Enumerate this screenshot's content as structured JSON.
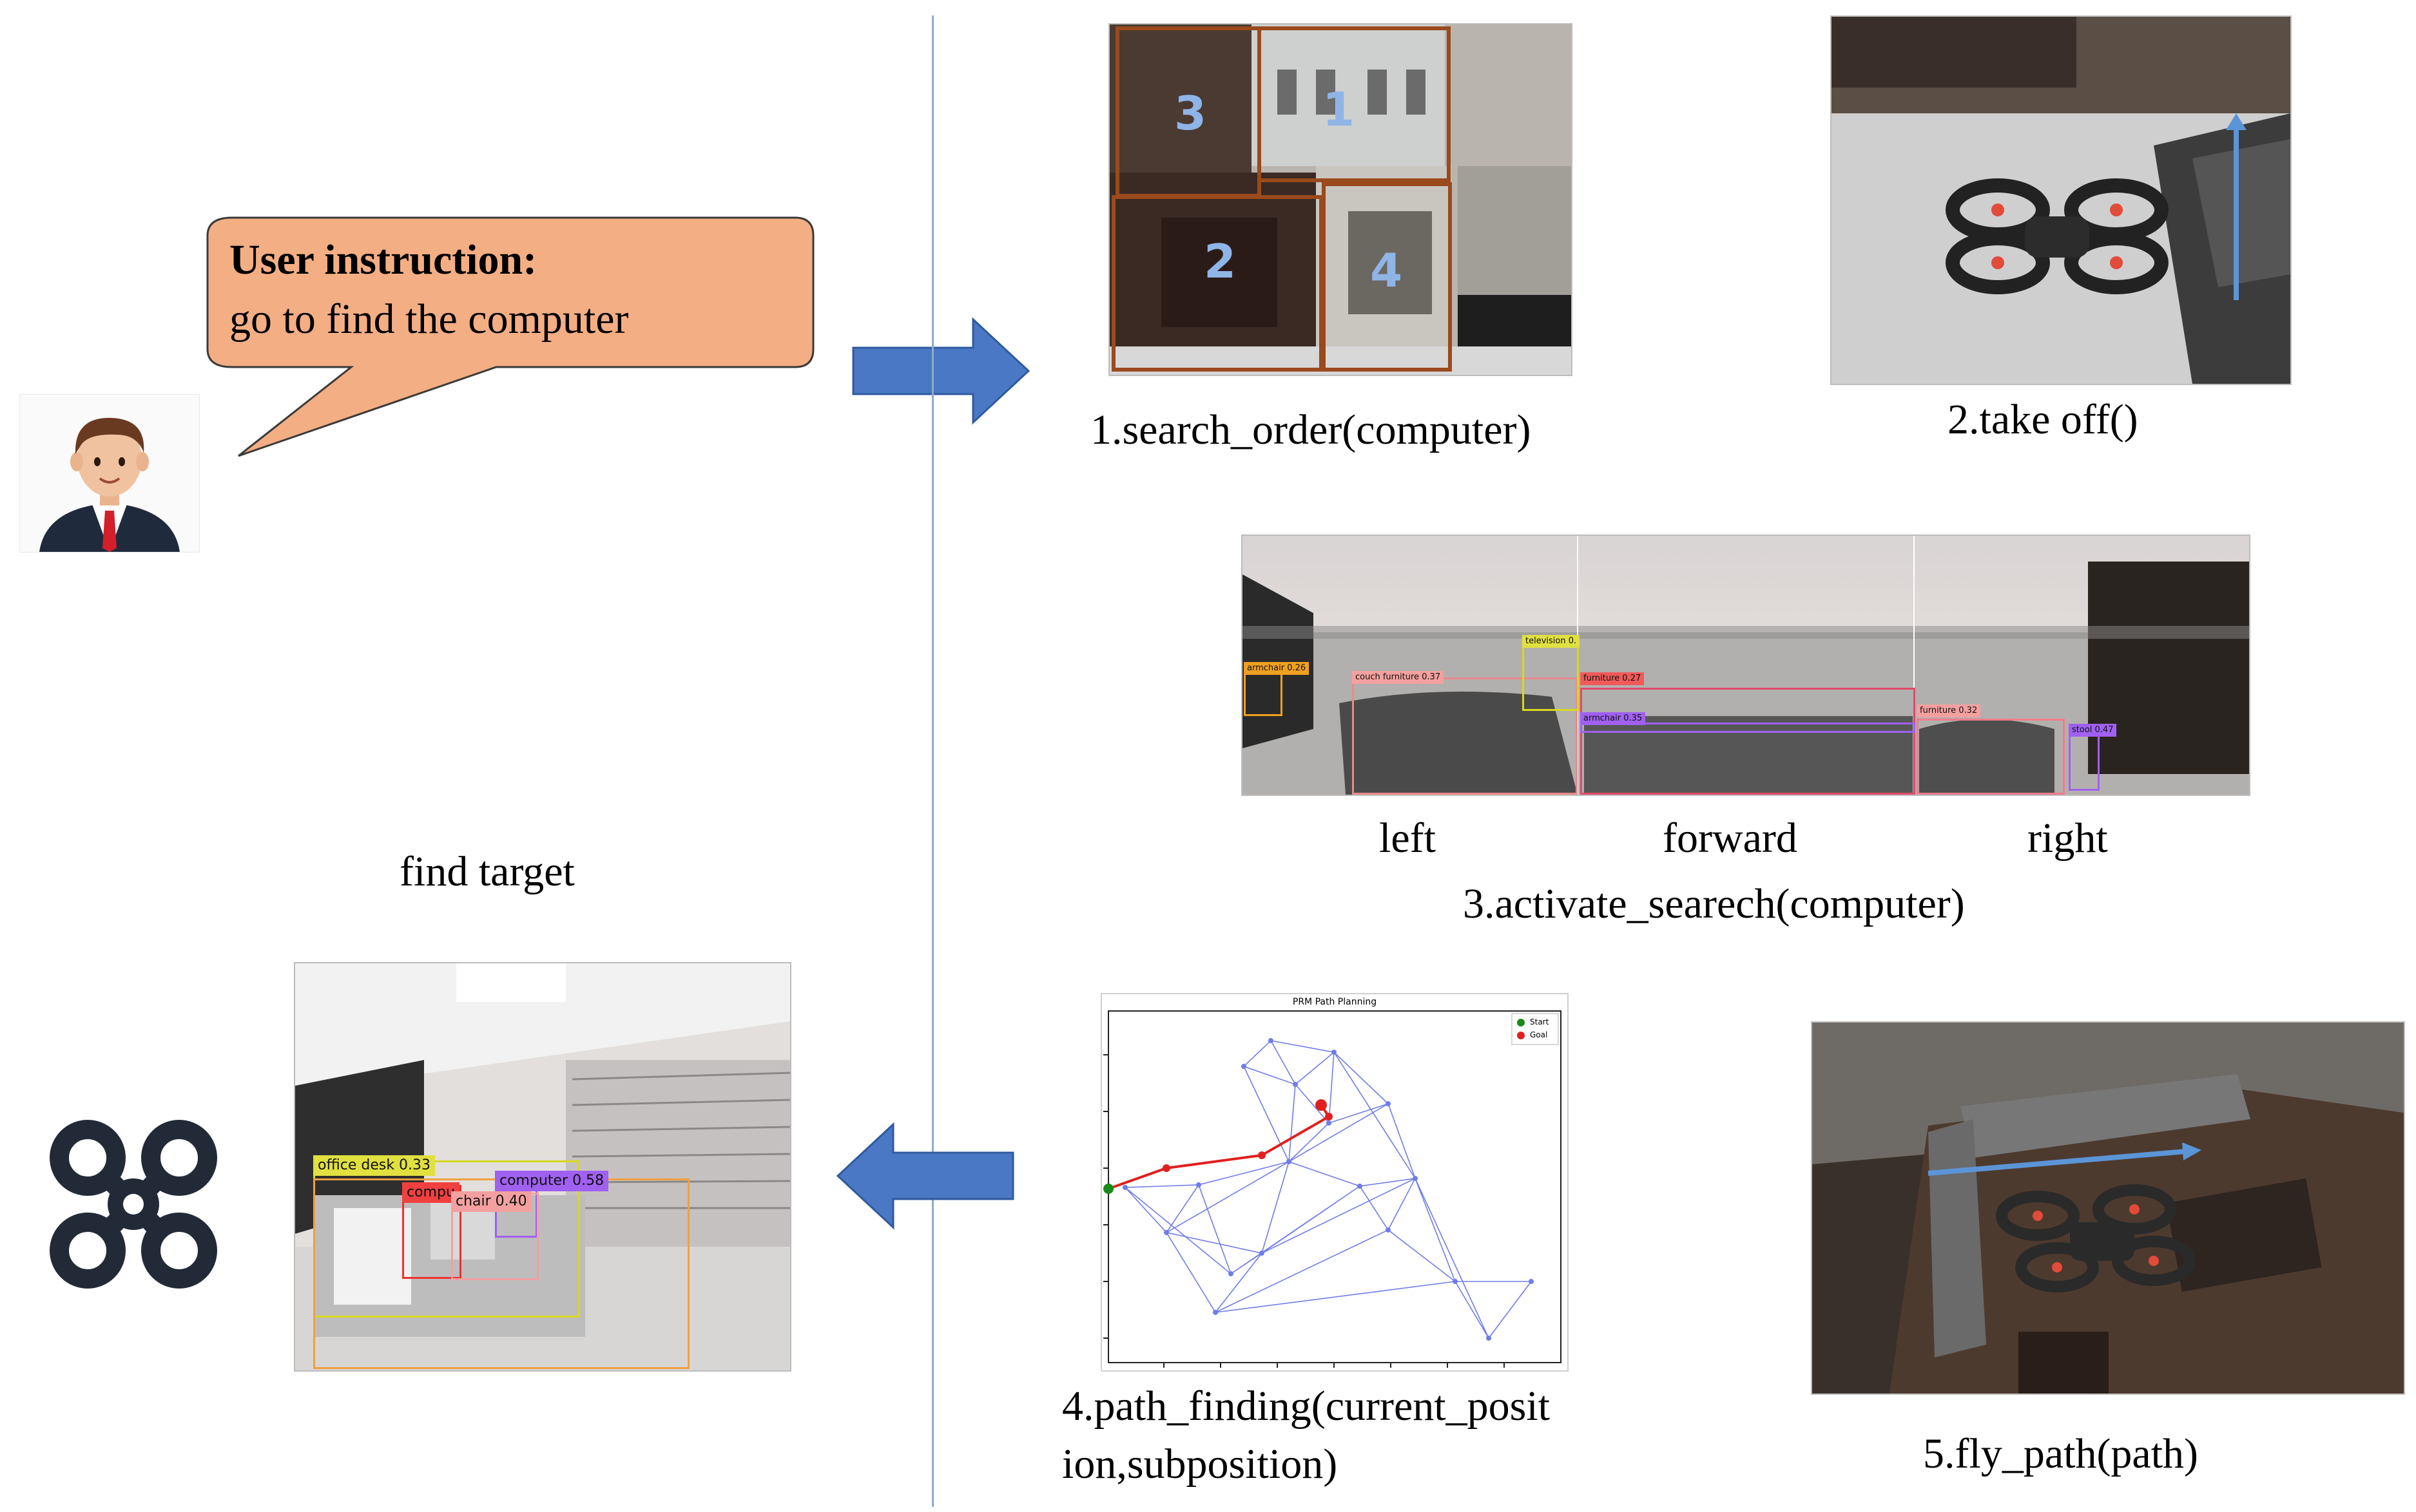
{
  "colors": {
    "bubble_fill": "#f4ae84",
    "arrow_blue": "#4a78c4",
    "divider": "#8faacb",
    "quadrant_border": "#9a4a1c",
    "plot_edge": "#6f7de8",
    "plot_path": "#e02020",
    "start_dot": "#1a8a1a",
    "goal_dot": "#e02020"
  },
  "icons": {
    "user": "user-avatar-icon",
    "drone": "drone-icon",
    "arrow_right": "arrow-right-icon",
    "arrow_left": "arrow-left-icon"
  },
  "instruction": {
    "title": "User instruction:",
    "text": "go to find the computer"
  },
  "steps": {
    "search_order": {
      "caption": "1.search_order(computer)",
      "quadrants": [
        "3",
        "1",
        "2",
        "4"
      ]
    },
    "take_off": {
      "caption": "2.take off()"
    },
    "activate_search": {
      "caption": "3.activate_searech(computer)",
      "views": [
        "left",
        "forward",
        "right"
      ],
      "detections_left": [
        "armchair 0.26",
        "couch furniture 0.37",
        "television 0."
      ],
      "detections_forward": [
        "furniture 0.27",
        "armchair 0.35"
      ],
      "detections_right": [
        "furniture 0.32",
        "stool 0.47"
      ]
    },
    "path_finding": {
      "caption_line1": "4.path_finding(current_posit",
      "caption_line2": "ion,subposition)",
      "plot_title": "PRM Path Planning",
      "legend": [
        "Start",
        "Goal"
      ]
    },
    "fly_path": {
      "caption": "5.fly_path(path)"
    }
  },
  "result": {
    "caption": "find target",
    "detections": [
      "office desk 0.33",
      "compu",
      "computer 0.58",
      "chair 0.40"
    ]
  }
}
